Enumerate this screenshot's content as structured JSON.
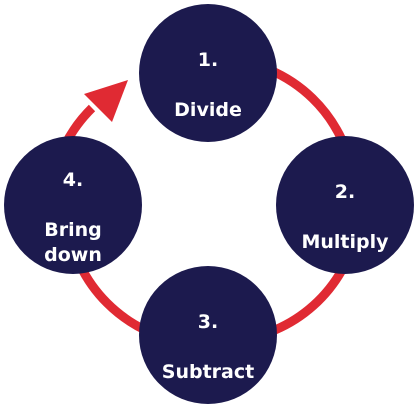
{
  "colors": {
    "node_fill": "#1c1a4e",
    "cycle_stroke": "#e02a33",
    "label_text": "#ffffff"
  },
  "steps": [
    {
      "number": "1.",
      "label": "Divide"
    },
    {
      "number": "2.",
      "label": "Multiply"
    },
    {
      "number": "3.",
      "label": "Subtract"
    },
    {
      "number": "4.",
      "label": "Bring\ndown"
    }
  ]
}
